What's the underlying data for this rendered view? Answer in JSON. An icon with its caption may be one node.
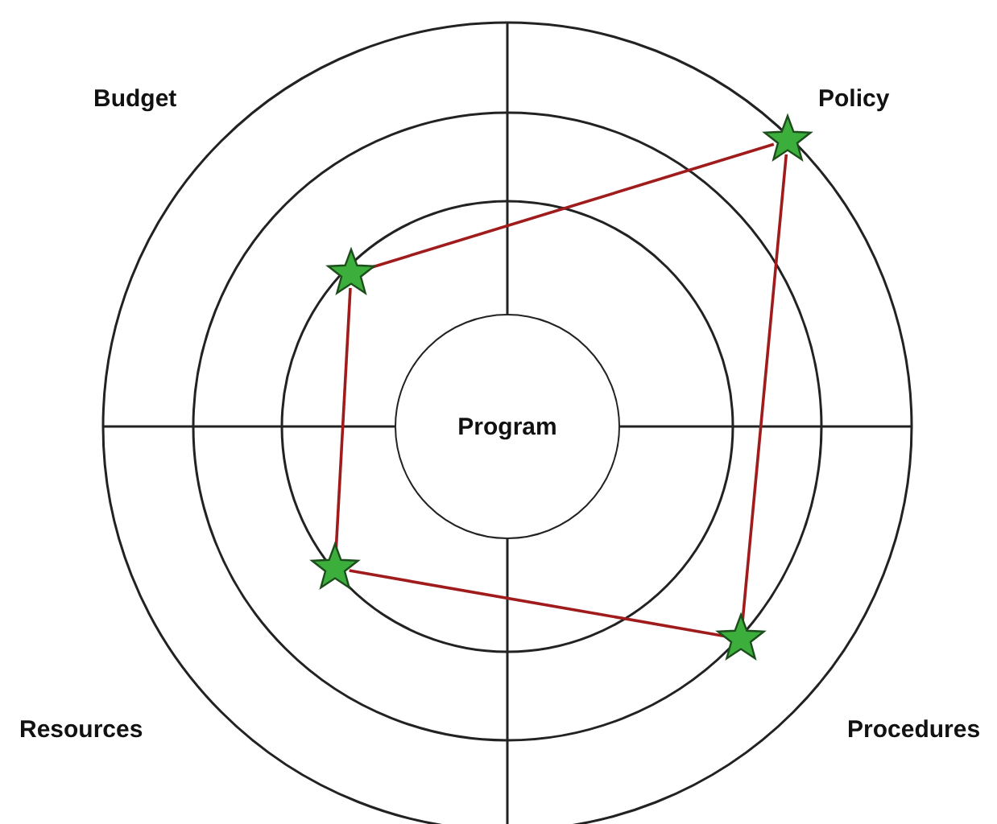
{
  "diagram": {
    "nodes": [
      {
        "text": [
          "Program"
        ]
      },
      {
        "text": [],
        "shape": "star"
      },
      {
        "text": [],
        "shape": "star"
      },
      {
        "text": [],
        "shape": "star"
      },
      {
        "text": [],
        "shape": "star"
      }
    ],
    "edges": [
      {
        "from": 1,
        "to": 2,
        "arrow": "none",
        "color": "#a01c1c"
      },
      {
        "from": 2,
        "to": 3,
        "arrow": "none",
        "color": "#a01c1c"
      },
      {
        "from": 3,
        "to": 4,
        "arrow": "none",
        "color": "#a01c1c"
      },
      {
        "from": 4,
        "to": 1,
        "arrow": "none",
        "color": "#a01c1c"
      }
    ],
    "labels": [
      "Budget",
      "Policy",
      "Resources",
      "Procedures"
    ]
  }
}
